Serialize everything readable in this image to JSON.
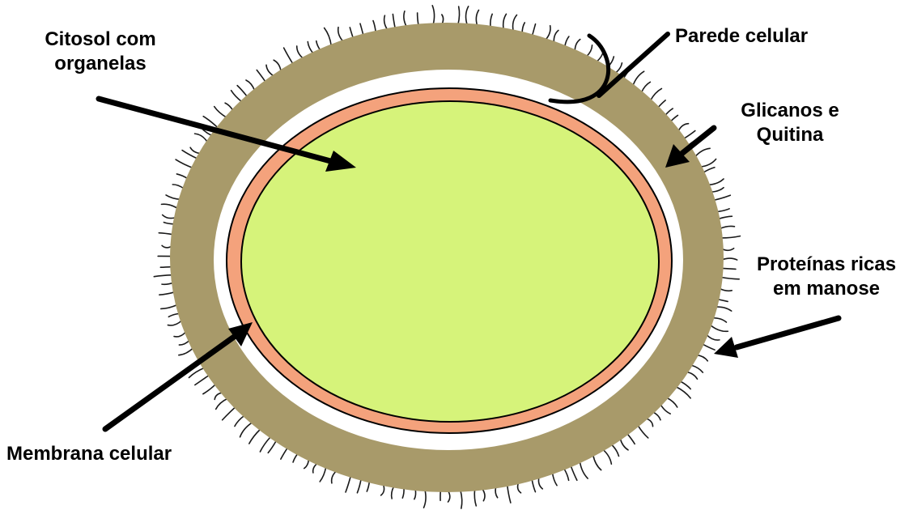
{
  "labels": {
    "cytosol_line1": "Citosol com",
    "cytosol_line2": "organelas",
    "cell_wall": "Parede celular",
    "glucans_line1": "Glicanos e",
    "glucans_line2": "Quitina",
    "mannoproteins_line1": "Proteínas ricas",
    "mannoproteins_line2": "em manose",
    "cell_membrane": "Membrana celular"
  },
  "colors": {
    "cell_wall": "#a89a6a",
    "gap": "#ffffff",
    "membrane": "#f4a27c",
    "cytosol": "#d6f37a",
    "outline": "#000000",
    "fibrils": "#1a1a1a"
  }
}
